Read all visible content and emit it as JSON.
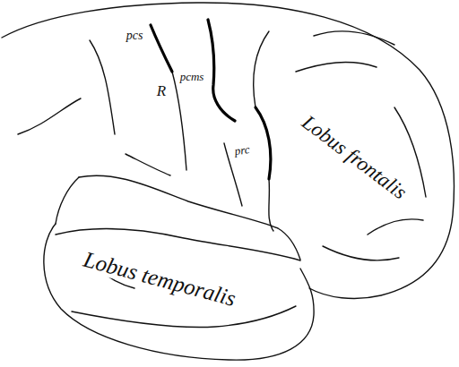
{
  "diagram": {
    "labels": [
      "pcs",
      "pcms",
      "R",
      "prc",
      "Lobus frontalis",
      "Lobus temporalis"
    ]
  }
}
